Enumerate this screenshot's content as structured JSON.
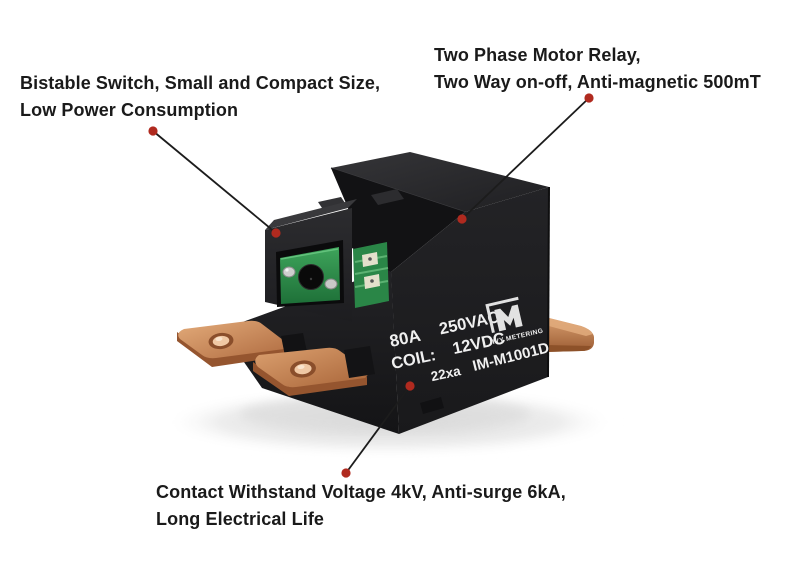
{
  "annotations": {
    "bistable": {
      "line1": "Bistable Switch, Small and Compact Size,",
      "line2": "Low Power Consumption"
    },
    "two_phase": {
      "line1": "Two Phase Motor Relay,",
      "line2": "Two Way on-off, Anti-magnetic 500mT"
    },
    "contact": {
      "line1": "Contact Withstand Voltage 4kV, Anti-surge 6kA,",
      "line2": "Long Electrical Life"
    }
  },
  "relay": {
    "print": {
      "amp_rating": "80A",
      "voltage_rating": "250VAC",
      "coil_label": "COIL:",
      "coil_voltage": "12VDC",
      "batch_code": "22xa",
      "brand": "IVY METERING",
      "model": "IM-M1001D"
    }
  },
  "icons": {
    "brand_logo": "ivy-m-logo",
    "annotation_marker": "red-dot"
  },
  "colors": {
    "background": "#ffffff",
    "label_text": "#1a1a1a",
    "annotation_line": "#1c1c1c",
    "annotation_dot": "#b02a1f",
    "body_black": "#1e1e20",
    "copper": "#c08355",
    "pcb_green": "#2f8f4f",
    "print_white": "#f0f0f0"
  }
}
